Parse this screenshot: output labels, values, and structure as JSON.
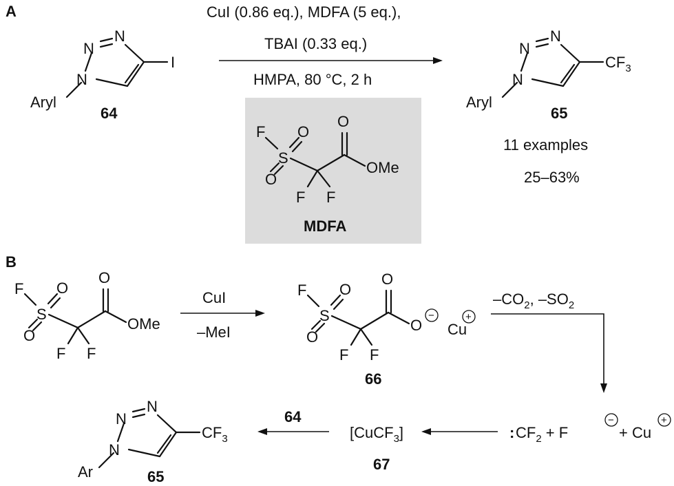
{
  "panel_a": {
    "label": "A",
    "conditions_line1": "CuI (0.86 eq.), MDFA (5 eq.),",
    "conditions_line2": "TBAI (0.33 eq.)",
    "conditions_line3": "HMPA, 80 °C, 2 h",
    "reagent_name": "MDFA",
    "reactant_id": "64",
    "product_id": "65",
    "examples": "11 examples",
    "yield": "25–63%",
    "aryl": "Aryl",
    "iodo": "I",
    "cf3_main": "CF",
    "cf3_sub": "3"
  },
  "panel_b": {
    "label": "B",
    "step1_top": "CuI",
    "step1_bottom": "–MeI",
    "intermediate_id": "66",
    "step2_main": "–CO",
    "step2_sub1": "2",
    "step2_mid": ", –SO",
    "step2_sub2": "2",
    "carbene_colon": ":",
    "carbene_main": "CF",
    "carbene_sub": "2",
    "carbene_rest1": " + F",
    "carbene_rest2": "+ Cu",
    "cucf3_open": "[CuCF",
    "cucf3_sub": "3",
    "cucf3_close": "]",
    "cucf3_id": "67",
    "arrow_reagent": "64",
    "product_id": "65",
    "ar": "Ar",
    "cf3_main": "CF",
    "cf3_sub": "3"
  },
  "atoms": {
    "n": "N",
    "f": "F",
    "s": "S",
    "o": "O",
    "ome": "OMe",
    "cu": "Cu",
    "minus": "−",
    "plus": "+"
  },
  "colors": {
    "ink": "#111111",
    "reagent_box": "#dcdcdc"
  }
}
